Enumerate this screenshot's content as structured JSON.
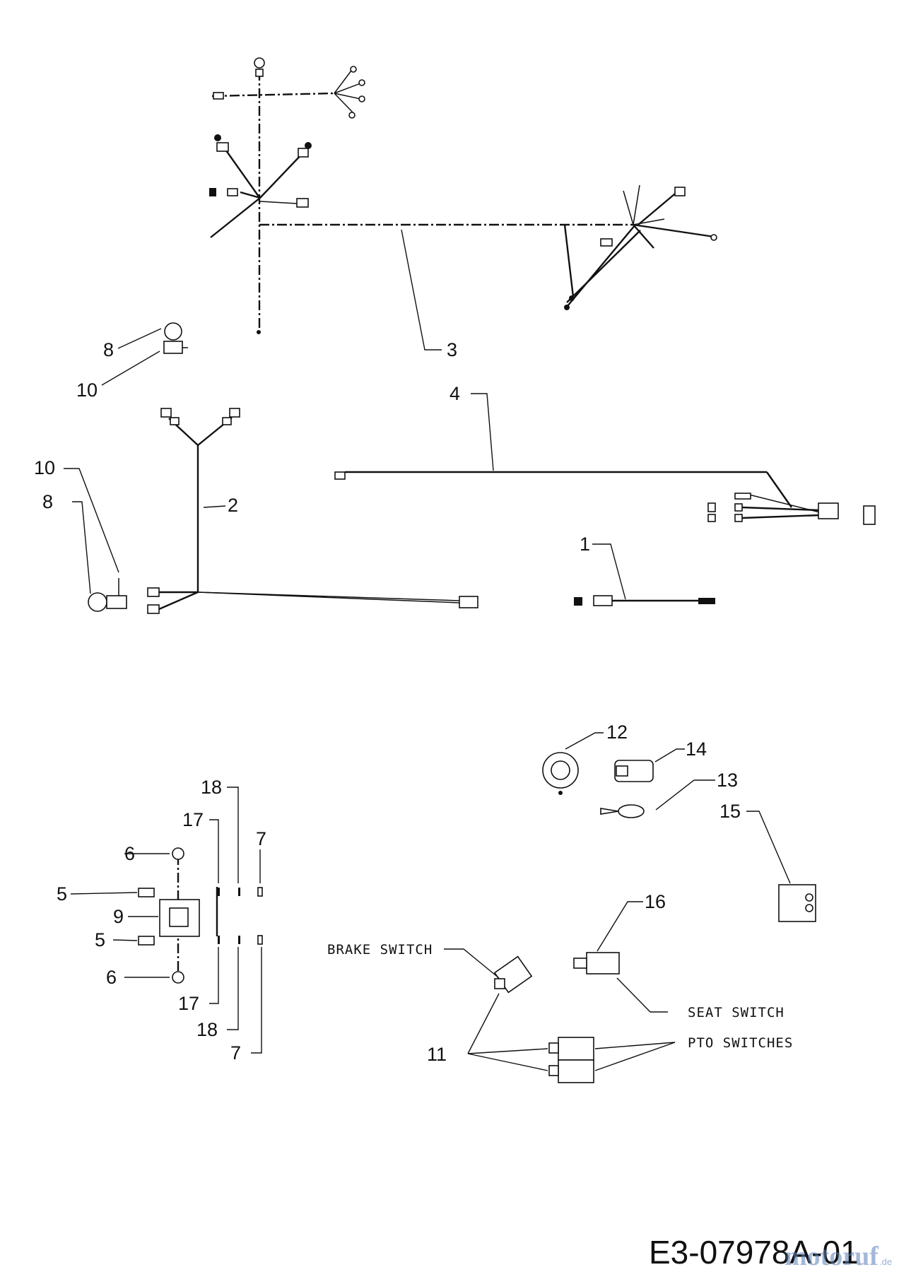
{
  "callouts": {
    "c1": "1",
    "c2": "2",
    "c3": "3",
    "c4": "4",
    "c5a": "5",
    "c5b": "5",
    "c6a": "6",
    "c6b": "6",
    "c7a": "7",
    "c7b": "7",
    "c8a": "8",
    "c8b": "8",
    "c9": "9",
    "c10a": "10",
    "c10b": "10",
    "c11": "11",
    "c12": "12",
    "c13": "13",
    "c14": "14",
    "c15": "15",
    "c16": "16",
    "c17a": "17",
    "c17b": "17",
    "c18a": "18",
    "c18b": "18"
  },
  "labels": {
    "brake_switch": "BRAKE SWITCH",
    "seat_switch": "SEAT SWITCH",
    "pto_switches": "PTO SWITCHES"
  },
  "diagram_code": "E3-07978A-01",
  "watermark": {
    "brand": "motoruf",
    "suffix": ".de"
  },
  "colors": {
    "line": "#111111",
    "watermark": "#5a7fb8"
  }
}
